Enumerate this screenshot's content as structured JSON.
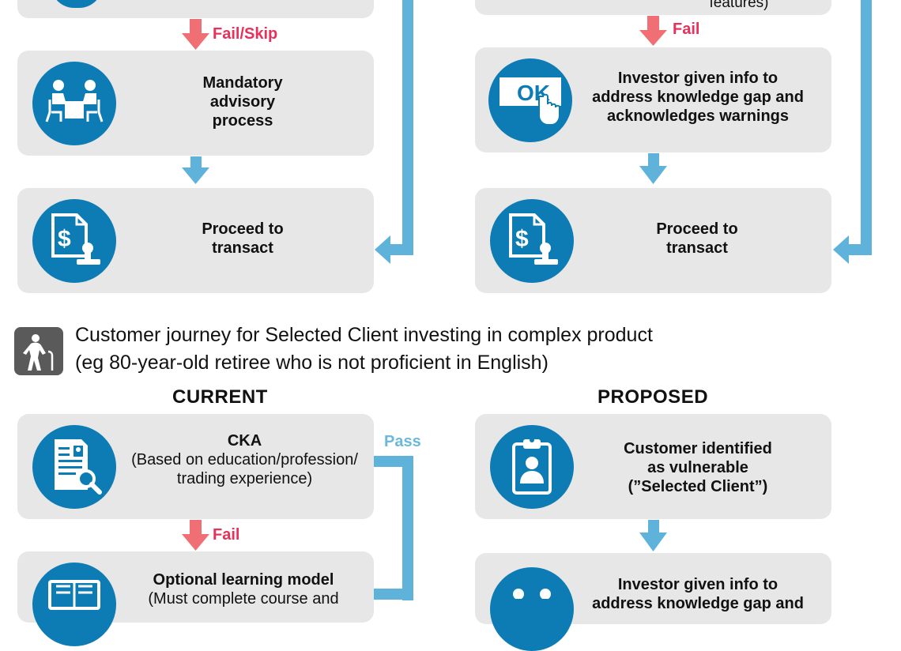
{
  "top": {
    "left_col": {
      "cut_card_text": "",
      "fail_skip_label": "Fail/Skip",
      "advisory_lines": [
        "Mandatory",
        "advisory",
        "process"
      ],
      "proceed_lines": [
        "Proceed to",
        "transact"
      ]
    },
    "right_col": {
      "cut_card_text": "features)",
      "fail_label": "Fail",
      "investor_lines": [
        "Investor given info to",
        "address knowledge gap and",
        "acknowledges warnings"
      ],
      "proceed_lines": [
        "Proceed to",
        "transact"
      ]
    }
  },
  "section": {
    "title_line1": "Customer journey for Selected Client investing in complex product",
    "title_line2": "(eg 80-year-old retiree who is not proficient in English)",
    "current_label": "CURRENT",
    "proposed_label": "PROPOSED"
  },
  "bottom": {
    "left_col": {
      "cka_title": "CKA",
      "cka_lines": [
        "(Based on education/profession/",
        "trading experience)"
      ],
      "pass_label": "Pass",
      "fail_label": "Fail",
      "learning_title": "Optional learning model",
      "learning_sub": "(Must complete course and"
    },
    "right_col": {
      "selected_lines": [
        "Customer identified",
        "as vulnerable",
        "(”Selected Client”)"
      ],
      "investor_line": "Investor given info to",
      "investor_line2": "address knowledge gap and"
    }
  },
  "icons": {
    "ok_text": "OK",
    "dollar": "$"
  },
  "colors": {
    "card_bg": "#e7e7e8",
    "icon_blue": "#0d7cb5",
    "fail_red": "#e8315a",
    "fail_arrow": "#ef6f74",
    "pass_blue": "#6cb8dc",
    "arrow_blue": "#5fb2da"
  }
}
